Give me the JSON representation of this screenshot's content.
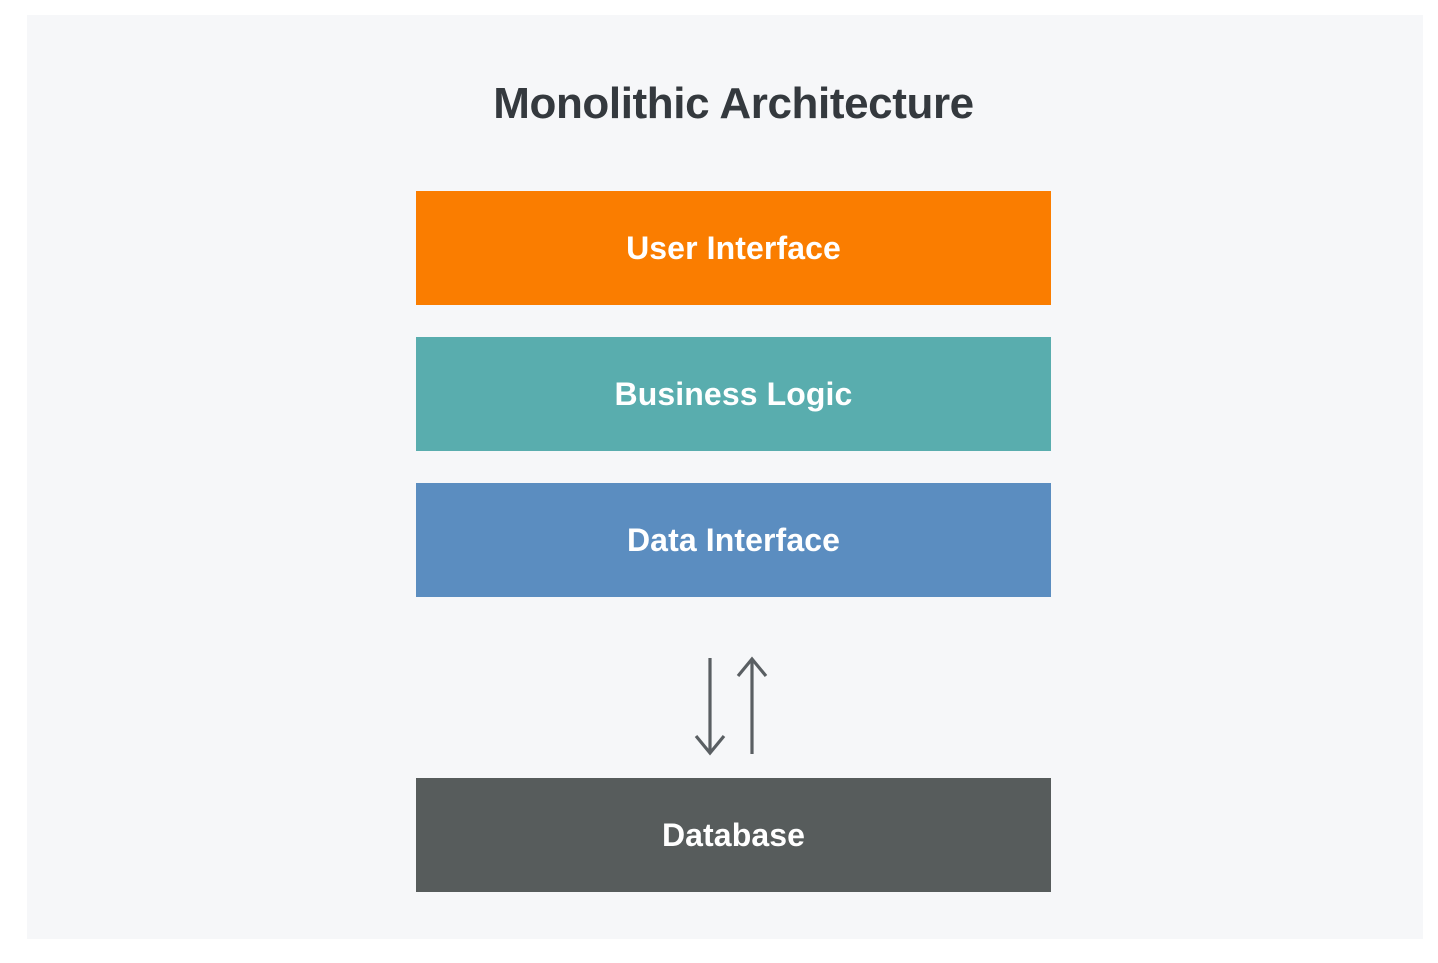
{
  "page": {
    "background_color": "#ffffff",
    "canvas_color": "#f6f7f9"
  },
  "title": {
    "text": "Monolithic Architecture",
    "color": "#34393e"
  },
  "diagram": {
    "type": "layered-block-diagram",
    "layers": [
      {
        "label": "User Interface",
        "color": "#fa7d00",
        "text_color": "#ffffff"
      },
      {
        "label": "Business Logic",
        "color": "#59adae",
        "text_color": "#ffffff"
      },
      {
        "label": "Data Interface",
        "color": "#5b8dc0",
        "text_color": "#ffffff"
      }
    ],
    "connector": {
      "down_arrow": "arrow-down",
      "up_arrow": "arrow-up",
      "color": "#5a5f63"
    },
    "datastore": {
      "label": "Database",
      "color": "#575c5c",
      "text_color": "#ffffff"
    }
  }
}
